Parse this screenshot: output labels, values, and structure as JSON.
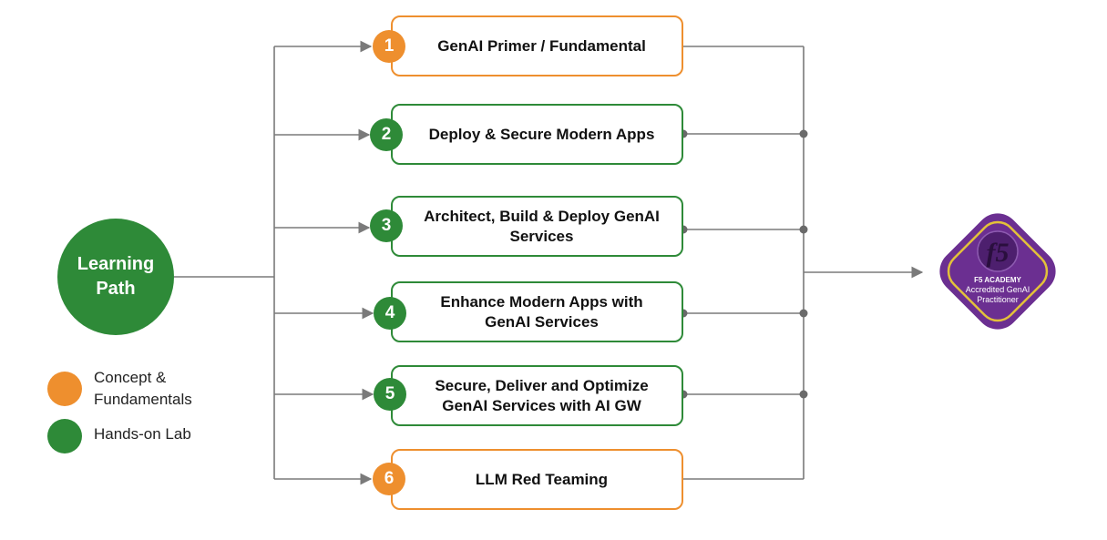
{
  "root": {
    "label": "Learning\nPath"
  },
  "steps": [
    {
      "number": "1",
      "label": "GenAI Primer / Fundamental",
      "kind": "concept"
    },
    {
      "number": "2",
      "label": "Deploy & Secure Modern Apps",
      "kind": "lab"
    },
    {
      "number": "3",
      "label": "Architect, Build & Deploy GenAI\nServices",
      "kind": "lab"
    },
    {
      "number": "4",
      "label": "Enhance Modern Apps with\nGenAI Services",
      "kind": "lab"
    },
    {
      "number": "5",
      "label": "Secure, Deliver and Optimize\nGenAI Services with AI GW",
      "kind": "lab"
    },
    {
      "number": "6",
      "label": "LLM Red Teaming",
      "kind": "concept"
    }
  ],
  "legend": {
    "concept": "Concept &\nFundamentals",
    "lab": "Hands-on Lab"
  },
  "certification": {
    "logo": "f5",
    "academy": "F5 ACADEMY",
    "line1": "Accredited GenAI",
    "line2": "Practitioner"
  },
  "colors": {
    "concept": "#ee8f2e",
    "lab": "#2e8a38",
    "connector": "#7a7a7a",
    "badge_fill": "#6b2f91",
    "badge_ring": "#e3c13a"
  }
}
